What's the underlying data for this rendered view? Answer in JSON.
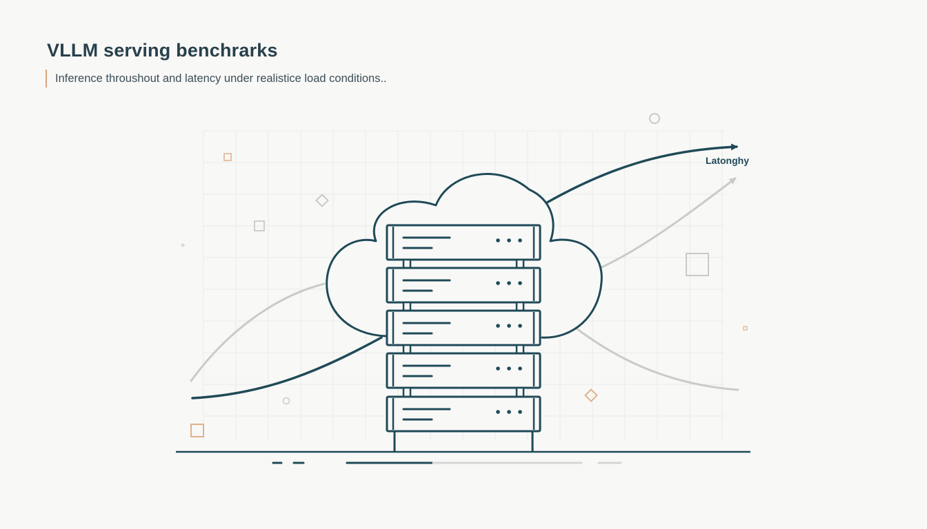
{
  "header": {
    "title": "VLLM serving benchrarks",
    "subtitle": "Inference throushout and latency under realistice load conditions.."
  },
  "diagram": {
    "curve_label": "Latonghy",
    "icons": [
      "cloud-icon",
      "server-rack-icon"
    ]
  },
  "colors": {
    "primary": "#1f4a57",
    "muted": "#c7c9c8",
    "accent": "#d9a27a",
    "grid": "#e9ebea",
    "background": "#f8f8f7"
  }
}
